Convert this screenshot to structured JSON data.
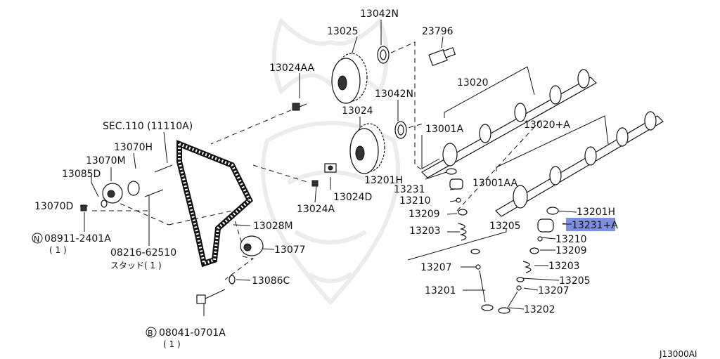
{
  "diagram": {
    "code": "J13000AI",
    "watermark": "watermark-emblem",
    "highlight_color": "#7f8fe0",
    "labels": {
      "p13042n_top": "13042N",
      "p13025": "13025",
      "p23796": "23796",
      "p13024aa": "13024AA",
      "p13020": "13020",
      "p13042n_mid": "13042N",
      "p13024": "13024",
      "p13001a": "13001A",
      "p13020a": "13020+A",
      "sec110": "SEC.110 (11110A)",
      "p13070h": "13070H",
      "p13070m": "13070M",
      "p13085d": "13085D",
      "p13070d": "13070D",
      "n_mark": "N",
      "p08911": "08911-2401A",
      "qty1": "( 1 )",
      "p13201h_left": "13201H",
      "p13231": "13231",
      "p13001aa": "13001AA",
      "p13210_left": "13210",
      "p13024d": "13024D",
      "p13024a": "13024A",
      "p13209_left": "13209",
      "p13201h_right": "13201H",
      "p13231a": "13231+A",
      "p13203_left": "13203",
      "p13205_top": "13205",
      "p13028m": "13028M",
      "p13210_right": "13210",
      "p08216": "08216-62510",
      "stud": "スタッド( 1 )",
      "p13077": "13077",
      "p13209_right": "13209",
      "p13207_left": "13207",
      "p13203_right": "13203",
      "p13086c": "13086C",
      "p13205_right": "13205",
      "p13207_right": "13207",
      "p13201": "13201",
      "p13202": "13202",
      "b_mark": "B",
      "p08041": "08041-0701A",
      "qty2": "( 1 )"
    }
  }
}
